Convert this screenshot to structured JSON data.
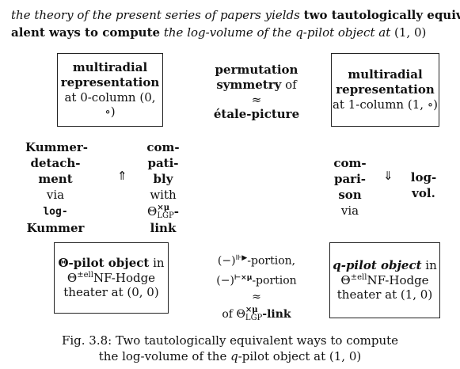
{
  "heading": {
    "intro_italic": "the theory of the present series of papers yields",
    "bold_part_1": "two tautologically equiv-",
    "bold_part_2": "alent ways to compute",
    "tail_italic": "the log-volume of the q-pilot object at",
    "tail_coord": "(1, 0)"
  },
  "boxes": {
    "top_left": {
      "title_1": "multiradial",
      "title_2": "representation",
      "sub": "at 0-column",
      "coord": "(0, ∘)"
    },
    "top_right": {
      "title_1": "multiradial",
      "title_2": "representation",
      "sub": "at 1-column",
      "coord": "(1, ∘)"
    },
    "bottom_left": {
      "title_bold": "Θ-pilot object",
      "title_tail": " in",
      "line2_sym": "Θ",
      "line2_sup": "±ell",
      "line2_tail": "NF-Hodge",
      "line3": "theater at (0, 0)"
    },
    "bottom_right": {
      "title_bold": "q-pilot object",
      "title_tail": " in",
      "line2_sym": "Θ",
      "line2_sup": "±ell",
      "line2_tail": "NF-Hodge",
      "line3": "theater at (1, 0)"
    }
  },
  "center_top": {
    "line1": "permutation",
    "line2_bold": "symmetry",
    "line2_tail": " of",
    "approx": "≈",
    "line4": "étale-picture"
  },
  "center_bottom": {
    "line1_pre": "(−)",
    "line1_sup": "⊪▶",
    "line1_post": "-portion,",
    "line2_pre": "(−)",
    "line2_sup": "⊢×μ",
    "line2_post": "-portion",
    "approx": "≈",
    "line4_pre": "of ",
    "line4_sym": "Θ",
    "line4_sup": "×μ",
    "line4_sub": "LGP",
    "line4_post": "-link"
  },
  "left_label": {
    "lines": [
      "Kummer-",
      "detach-",
      "ment"
    ],
    "via": "via",
    "log": "log",
    "last": "-Kummer"
  },
  "left_label_full": {
    "line5": "log-",
    "line6": "Kummer"
  },
  "left_arrow": "⇑",
  "compat_label": {
    "lines": [
      "com-",
      "pati-",
      "bly"
    ],
    "with": "with",
    "sym": "Θ",
    "sup": "×μ",
    "sub": "LGP",
    "tail": "-",
    "last": "link"
  },
  "right_label": {
    "lines": [
      "com-",
      "pari-",
      "son"
    ],
    "via": "via"
  },
  "right_arrow": "⇓",
  "logvol_label": {
    "line1": "log-",
    "line2": "vol."
  },
  "caption": {
    "line1": "Fig. 3.8: Two tautologically equivalent ways to compute",
    "line2_pre": "the log-volume of the ",
    "line2_q": "q",
    "line2_post": "-pilot object at (1, 0)"
  }
}
